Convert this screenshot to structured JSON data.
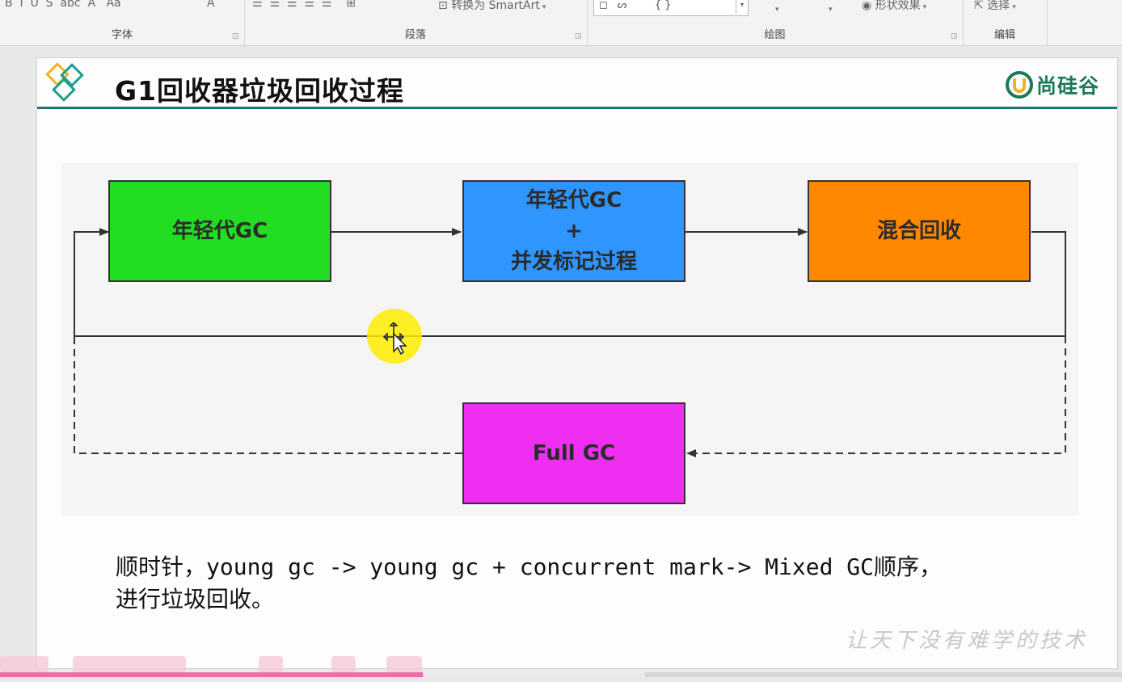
{
  "ribbon": {
    "groups": [
      {
        "label": "字体"
      },
      {
        "label": "段落"
      },
      {
        "label": "绘图"
      },
      {
        "label": "编辑"
      }
    ],
    "convert_smartart_label": "转换为 SmartArt",
    "shape_effects_label": "形状效果",
    "select_label": "选择"
  },
  "slide": {
    "title": "G1回收器垃圾回收过程",
    "logo_text": "尚硅谷",
    "boxes": {
      "young_gc": "年轻代GC",
      "young_concurrent": [
        "年轻代GC",
        "+",
        "并发标记过程"
      ],
      "mixed": "混合回收",
      "full_gc": "Full GC"
    },
    "description": [
      "顺时针，young gc -> young gc + concurrent mark-> Mixed GC顺序，",
      "进行垃圾回收。"
    ],
    "watermark": "让天下没有难学的技术"
  },
  "colors": {
    "young_gc": "#22dd22",
    "young_concurrent": "#2f95ff",
    "mixed": "#ff8800",
    "full_gc": "#ee2ef0",
    "title_line": "#127b6e",
    "progress": "#ef6ea8"
  },
  "player": {
    "progress_fraction": 0.377
  }
}
